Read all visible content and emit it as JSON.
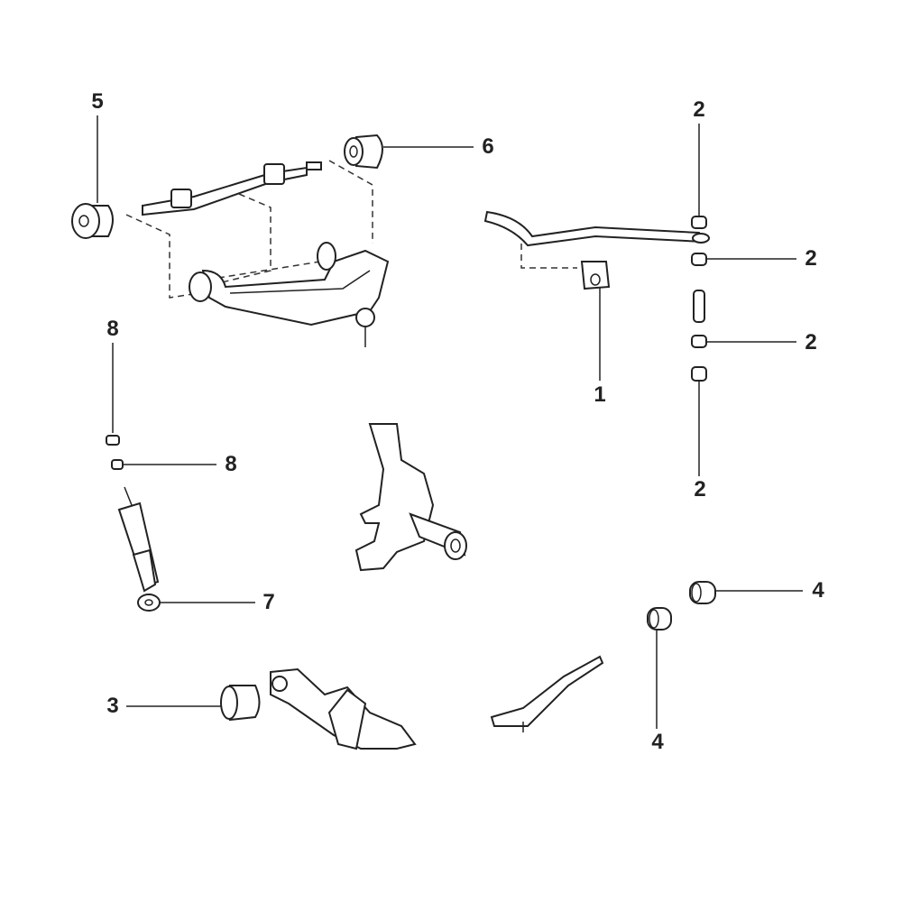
{
  "callouts": {
    "c1": "1",
    "c2a": "2",
    "c2b": "2",
    "c2c": "2",
    "c2d": "2",
    "c3": "3",
    "c4a": "4",
    "c4b": "4",
    "c5": "5",
    "c6": "6",
    "c7": "7",
    "c8a": "8",
    "c8b": "8"
  }
}
